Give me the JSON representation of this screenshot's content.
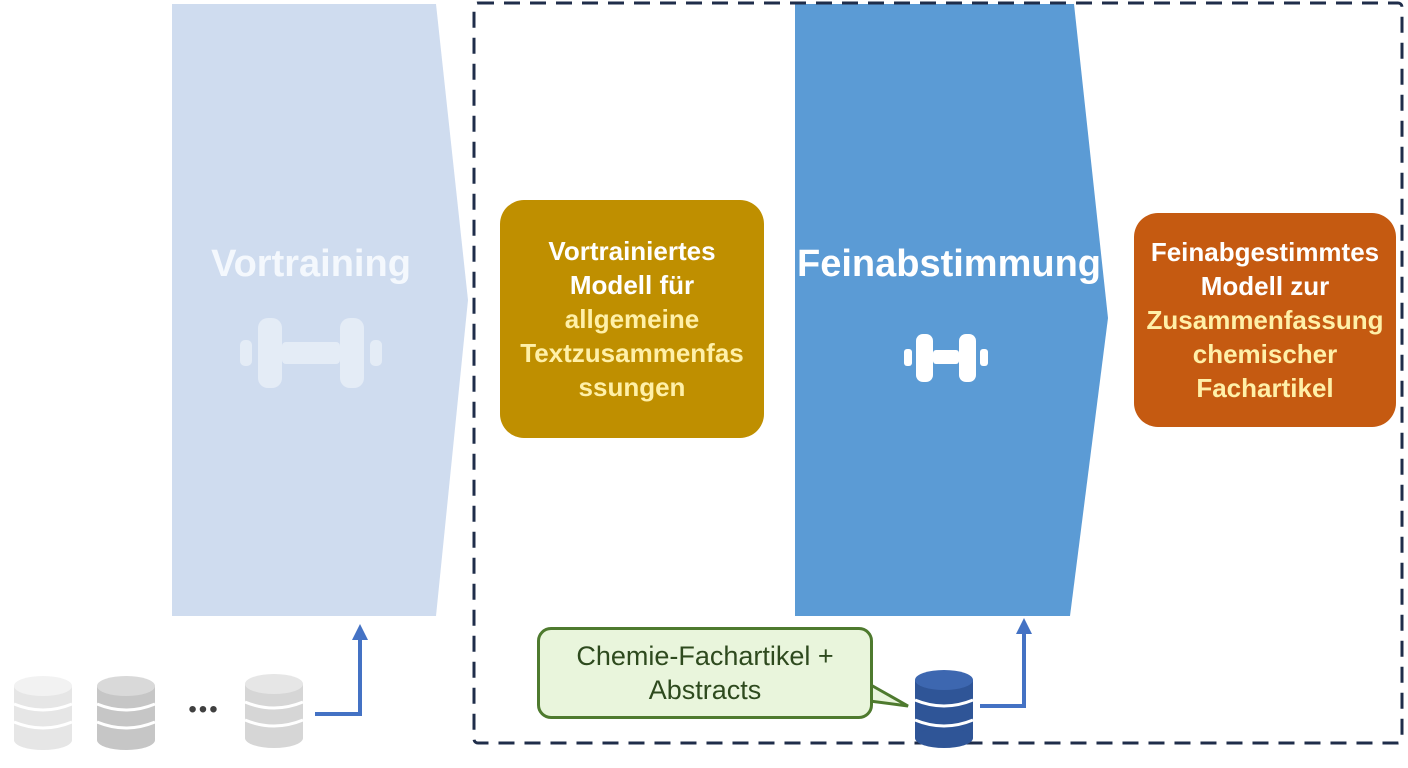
{
  "stages": {
    "pretraining": {
      "label": "Vortraining",
      "icon": "dumbbell-icon"
    },
    "finetuning": {
      "label": "Feinabstimmung",
      "icon": "dumbbell-icon"
    }
  },
  "models": {
    "pretrained": {
      "line1": "Vortrainiertes",
      "line2": "Modell für",
      "line3": "allgemeine",
      "line4": "Textzusammenfas",
      "line5": "ssungen"
    },
    "finetuned": {
      "line1": "Feinabgestimmtes",
      "line2": "Modell zur",
      "line3": "Zusammenfassung",
      "line4": "chemischer",
      "line5": "Fachartikel"
    }
  },
  "datasets": {
    "general": {
      "ellipsis": "•••",
      "icon": "database-icon"
    },
    "chemistry": {
      "line1": "Chemie-Fachartikel +",
      "line2": "Abstracts",
      "icon": "database-icon"
    }
  },
  "colors": {
    "pretraining_arrow": "#cfdcef",
    "finetuning_arrow": "#5b9bd5",
    "pretrained_model": "#bf8f00",
    "finetuned_model": "#c55a11",
    "highlight_text": "#fff0a8",
    "callout_border": "#4e7a2e",
    "callout_fill": "#e9f5dc",
    "dashed_border": "#1f2d4a",
    "connector": "#4472c4",
    "database_dark": "#2f5597",
    "database_light": "#d9d9d9"
  }
}
